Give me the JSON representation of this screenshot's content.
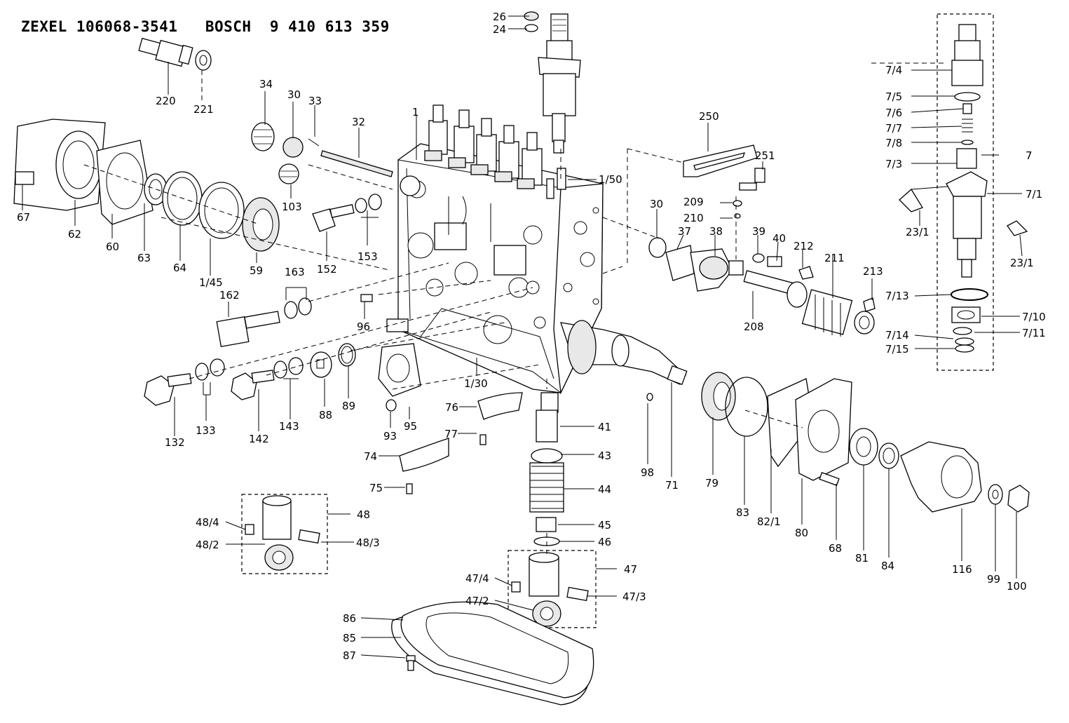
{
  "title": "ZEXEL 106068-3541   BOSCH  9 410 613 359",
  "labels": {
    "l220": "220",
    "l221": "221",
    "l26": "26",
    "l24": "24",
    "l34": "34",
    "l30a": "30",
    "l33": "33",
    "l32": "32",
    "l1": "1",
    "l250": "250",
    "l251": "251",
    "l150": "1/50",
    "l67": "67",
    "l62": "62",
    "l60": "60",
    "l63": "63",
    "l64": "64",
    "l145": "1/45",
    "l59": "59",
    "l103": "103",
    "l152": "152",
    "l153": "153",
    "l163": "163",
    "l162": "162",
    "l96": "96",
    "l209": "209",
    "l210": "210",
    "l30b": "30",
    "l37": "37",
    "l38": "38",
    "l39": "39",
    "l40": "40",
    "l212": "212",
    "l211": "211",
    "l213": "213",
    "l208": "208",
    "l132": "132",
    "l133": "133",
    "l142": "142",
    "l143": "143",
    "l88": "88",
    "l89": "89",
    "l93": "93",
    "l95": "95",
    "l130": "1/30",
    "l76": "76",
    "l41": "41",
    "l77": "77",
    "l74": "74",
    "l43": "43",
    "l44": "44",
    "l75": "75",
    "l98": "98",
    "l71": "71",
    "l79": "79",
    "l83": "83",
    "l821": "82/1",
    "l80": "80",
    "l68": "68",
    "l81": "81",
    "l84": "84",
    "l116": "116",
    "l99": "99",
    "l100": "100",
    "l48": "48",
    "l484": "48/4",
    "l482": "48/2",
    "l483": "48/3",
    "l45": "45",
    "l46": "46",
    "l47": "47",
    "l474": "47/4",
    "l472": "47/2",
    "l473": "47/3",
    "l86": "86",
    "l85": "85",
    "l87": "87",
    "l74b": "7/4",
    "l75b": "7/5",
    "l76b": "7/6",
    "l77b": "7/7",
    "l78b": "7/8",
    "l7": "7",
    "l73b": "7/3",
    "l71b": "7/1",
    "l231a": "23/1",
    "l231b": "23/1",
    "l713": "7/13",
    "l710": "7/10",
    "l714": "7/14",
    "l711": "7/11",
    "l715": "7/15"
  }
}
